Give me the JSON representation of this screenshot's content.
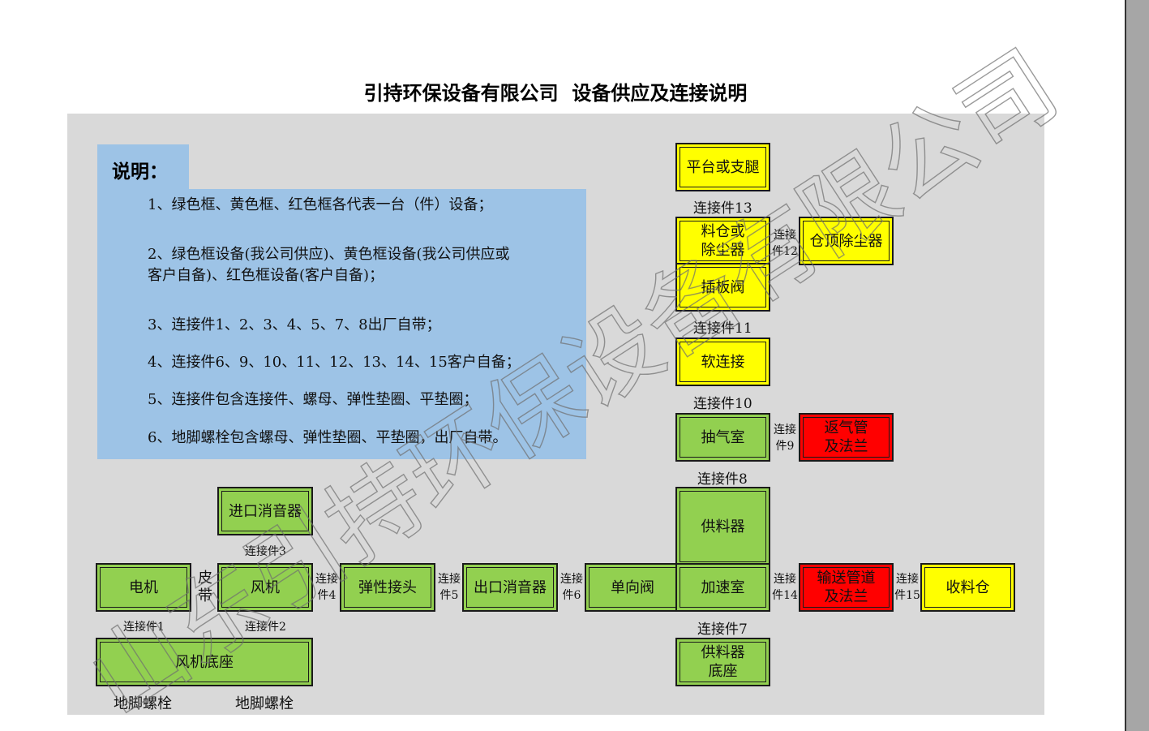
{
  "title": "引持环保设备有限公司  设备供应及连接说明",
  "notes": {
    "heading": "说明：",
    "items": [
      "1、绿色框、黄色框、红色框各代表一台（件）设备；",
      "2、绿色框设备(我公司供应)、黄色框设备(我公司供应或",
      "客户自备)、红色框设备(客户自备)；",
      "3、连接件1、2、3、4、5、7、8出厂自带；",
      "4、连接件6、9、10、11、12、13、14、15客户自备；",
      "5、连接件包含连接件、螺母、弹性垫圈、平垫圈；",
      "6、地脚螺栓包含螺母、弹性垫圈、平垫圈，出厂自带。"
    ]
  },
  "boxes": {
    "platform": "平台或支腿",
    "silo_line1": "料仓或",
    "silo_line2": "除尘器",
    "roof_dust": "仓顶除尘器",
    "gate_valve": "插板阀",
    "soft_joint": "软连接",
    "suction_room": "抽气室",
    "return_line1": "返气管",
    "return_line2": "及法兰",
    "inlet_silencer": "进口消音器",
    "feeder": "供料器",
    "motor": "电机",
    "fan": "风机",
    "elastic_joint": "弹性接头",
    "outlet_silencer": "出口消音器",
    "check_valve": "单向阀",
    "accel_room": "加速室",
    "pipe_line1": "输送管道",
    "pipe_line2": "及法兰",
    "receiver": "收料仓",
    "fan_base": "风机底座",
    "feeder_base_line1": "供料器",
    "feeder_base_line2": "底座"
  },
  "connectors": {
    "c1": "连接件1",
    "c2": "连接件2",
    "c3": "连接件3",
    "c4_line1": "连接",
    "c4_line2": "件4",
    "c5_line1": "连接",
    "c5_line2": "件5",
    "c6_line1": "连接",
    "c6_line2": "件6",
    "c7": "连接件7",
    "c8": "连接件8",
    "c9_line1": "连接",
    "c9_line2": "件9",
    "c10": "连接件10",
    "c11": "连接件11",
    "c12_line1": "连接",
    "c12_line2": "件12",
    "c13": "连接件13",
    "c14_line1": "连接",
    "c14_line2": "件14",
    "c15_line1": "连接",
    "c15_line2": "件15",
    "belt_line1": "皮",
    "belt_line2": "带",
    "anchor_left": "地脚螺栓",
    "anchor_right": "地脚螺栓"
  },
  "watermark": "山东引持环保设备有限公司",
  "colors": {
    "green": "#92d050",
    "yellow": "#ffff00",
    "red": "#ff0000",
    "note_bg": "#9dc3e6",
    "canvas_bg": "#d9d9d9"
  }
}
